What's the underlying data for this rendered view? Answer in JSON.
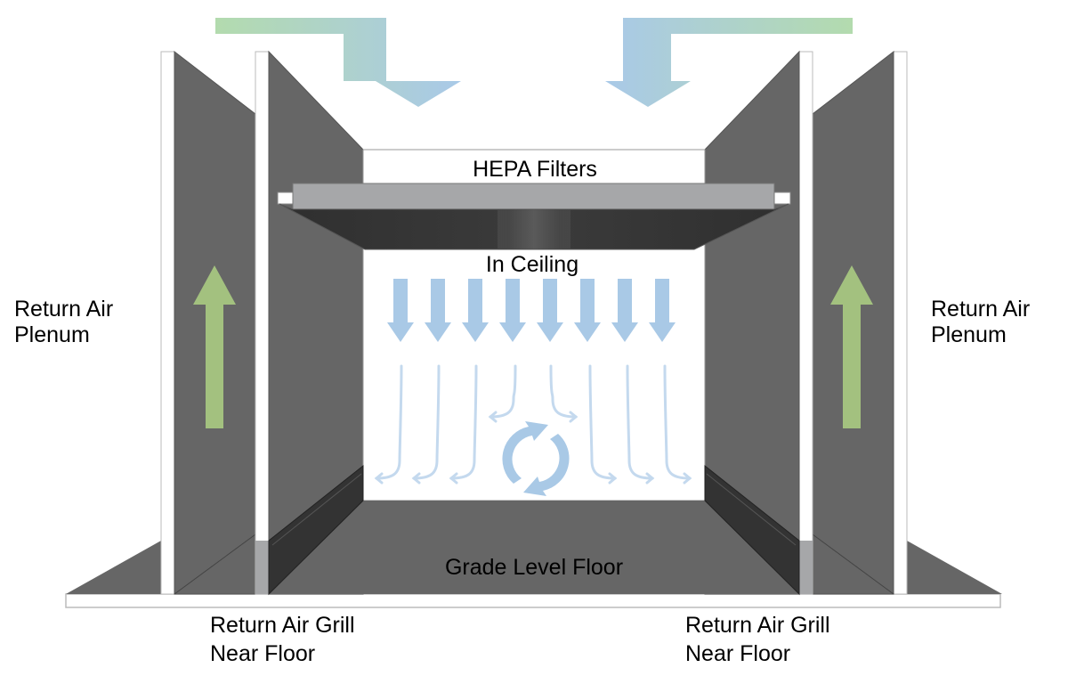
{
  "diagram": {
    "title": "Cleanroom airflow diagram",
    "labels": {
      "hepa": "HEPA Filters",
      "ceiling": "In Ceiling",
      "floor": "Grade Level Floor",
      "plenum_left_1": "Return Air",
      "plenum_left_2": "Plenum",
      "plenum_right_1": "Return Air",
      "plenum_right_2": "Plenum",
      "grill_left_1": "Return Air Grill",
      "grill_left_2": "Near Floor",
      "grill_right_1": "Return Air Grill",
      "grill_right_2": "Near Floor"
    },
    "colors": {
      "wall": "#666666",
      "grill": "#333333",
      "filter_frame": "#a6a7a9",
      "supply_air": "#a9c9e6",
      "return_air": "#a3c17f",
      "supply_gradient_start": "#b3dbae"
    },
    "components": {
      "supply_arrows_count": 8,
      "flow_curves_count": 8,
      "return_arrows": [
        "left",
        "right"
      ],
      "recirculation_icon": "refresh-cycle"
    }
  }
}
